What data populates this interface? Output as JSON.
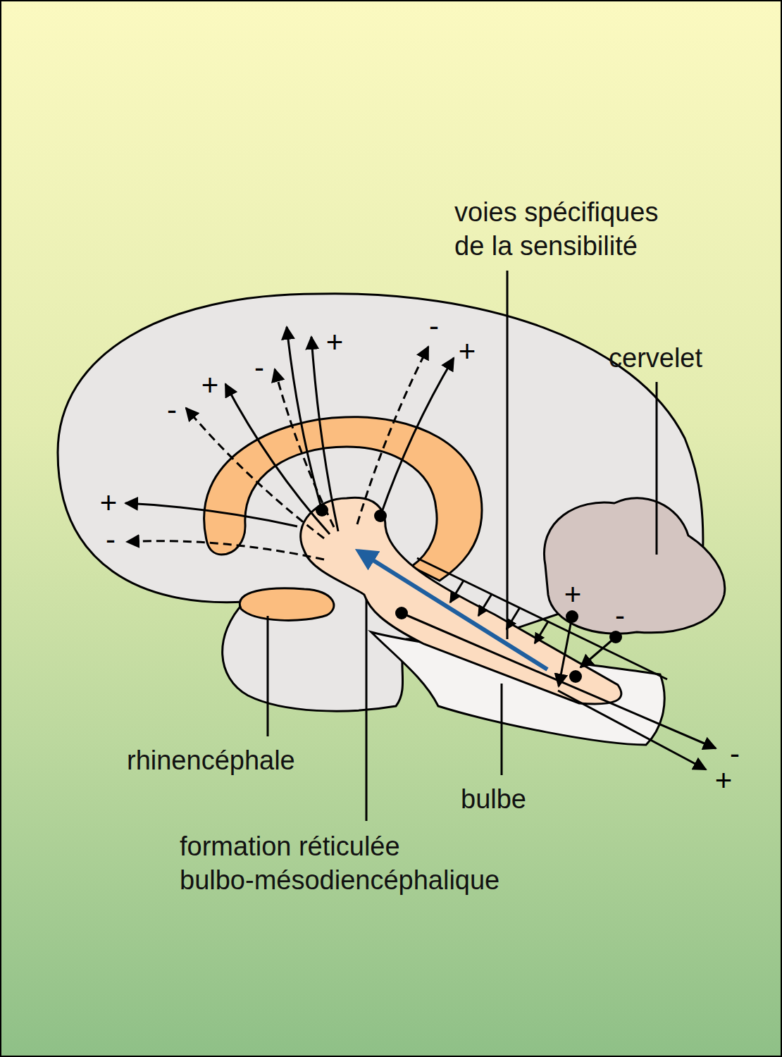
{
  "diagram": {
    "labels": [
      "voies spécifiques de la sensibilité",
      "-",
      "+",
      "+",
      "cervelet",
      "-",
      "+",
      "-",
      "+",
      "-",
      "+",
      "-",
      "-",
      "rhinencéphale",
      "+",
      "bulbe",
      "formation réticulée bulbo-mésodiencéphalique"
    ]
  }
}
